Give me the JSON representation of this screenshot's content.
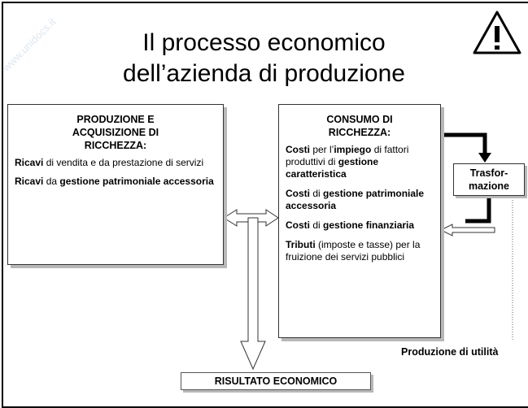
{
  "title": {
    "line1": "Il processo economico",
    "line2": "dell’azienda di produzione"
  },
  "left_box": {
    "heading": [
      "PRODUZIONE E",
      "ACQUISIZIONE DI",
      "RICCHEZZA:"
    ],
    "p1": {
      "bold": "Ricavi",
      "text": " di vendita e da prestazione di servizi"
    },
    "p2": {
      "bold": "Ricavi",
      "text": " da ",
      "bold2": "gestione patrimoniale accessoria"
    }
  },
  "mid_box": {
    "heading": [
      "CONSUMO DI",
      "RICCHEZZA:"
    ],
    "p1": {
      "bold": "Costi",
      "text": " per l’",
      "bold2": "impiego",
      "text2": " di fattori produttivi di ",
      "bold3": "gestione caratteristica"
    },
    "p2": {
      "bold": "Costi",
      "text": " di ",
      "bold2": "gestione patrimoniale accessoria"
    },
    "p3": {
      "bold": "Costi",
      "text": " di ",
      "bold2": "gestione finanziaria"
    },
    "p4": {
      "bold": "Tributi",
      "text": " (imposte e tasse) per la fruizione dei servizi pubblici"
    }
  },
  "trasformazione": {
    "line1": "Trasfor-",
    "line2": "mazione"
  },
  "produzione_utilita": "Produzione di utilità",
  "risultato": "RISULTATO ECONOMICO",
  "warning_icon": "warning-triangle-icon",
  "watermark": "www.unidocs.it",
  "colors": {
    "shadow": "#b8b8b8",
    "arrow_fill": "#ffffff",
    "line": "#000000"
  }
}
